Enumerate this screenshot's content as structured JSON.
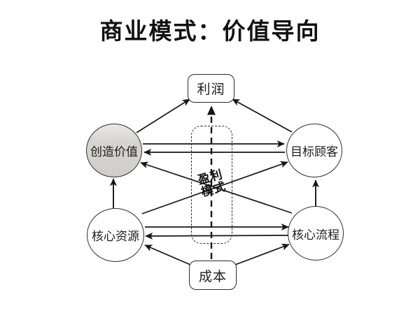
{
  "title": "商业模式：价值导向",
  "diagram": {
    "nodes": {
      "profit": {
        "label": "利润"
      },
      "create_value": {
        "label": "创造价值"
      },
      "target_customer": {
        "label": "目标顾客"
      },
      "core_resources": {
        "label": "核心资源"
      },
      "core_process": {
        "label": "核心流程"
      },
      "cost": {
        "label": "成本"
      },
      "profit_model": {
        "label_line1": "盈利",
        "label_line2": "模式"
      }
    },
    "colors": {
      "ink": "#161616",
      "node_border": "#2b2b2b",
      "shaded_node_fill": "#d4d3d0",
      "background": "#ffffff"
    },
    "relations": [
      "create_value -> profit",
      "target_customer -> profit",
      "profit_model -> profit (dashed)",
      "create_value -> target_customer",
      "target_customer -> create_value",
      "core_resources -> core_process",
      "core_process -> core_resources",
      "core_resources -> create_value",
      "core_process -> target_customer",
      "core_process -> create_value",
      "core_resources -> target_customer",
      "cost -> core_resources",
      "cost -> core_process"
    ]
  }
}
